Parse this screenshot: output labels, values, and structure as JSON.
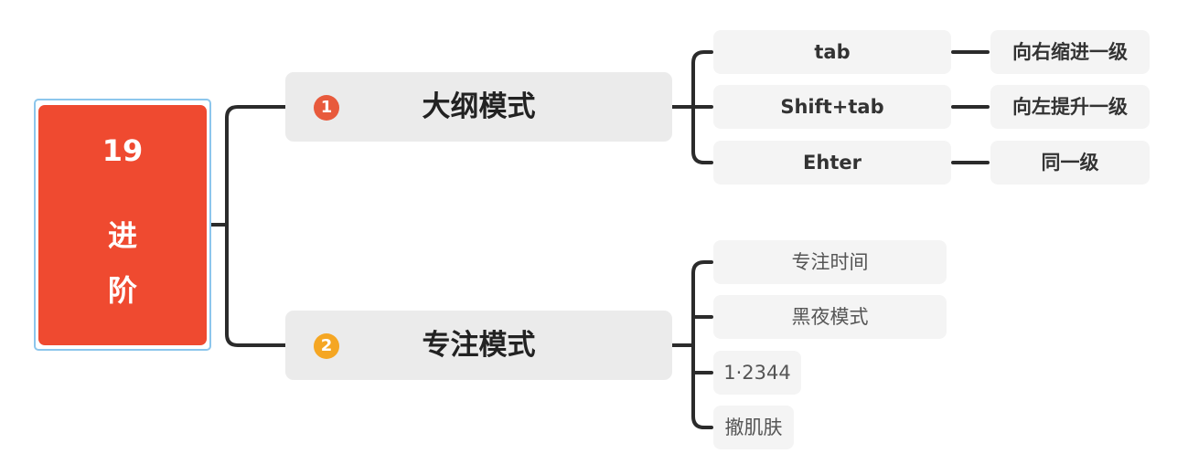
{
  "root": {
    "number": "19",
    "chars": [
      "进",
      "阶"
    ]
  },
  "branches": [
    {
      "badge": "1",
      "label": "大纲模式",
      "badge_color": "#e85a3c",
      "children": [
        {
          "label": "tab",
          "detail": "向右缩进一级"
        },
        {
          "label": "Shift+tab",
          "detail": "向左提升一级"
        },
        {
          "label": "Ehter",
          "detail": "同一级"
        }
      ]
    },
    {
      "badge": "2",
      "label": "专注模式",
      "badge_color": "#f5a623",
      "children": [
        {
          "label": "专注时间"
        },
        {
          "label": "黑夜模式"
        },
        {
          "label": "1·2344"
        },
        {
          "label": "撤肌肤"
        }
      ]
    }
  ],
  "colors": {
    "root_fill": "#ef4a30",
    "root_outline": "#8cc6ec",
    "connector": "#2b2b2b",
    "branch_fill": "#ebebeb",
    "node_fill": "#f4f4f4"
  }
}
